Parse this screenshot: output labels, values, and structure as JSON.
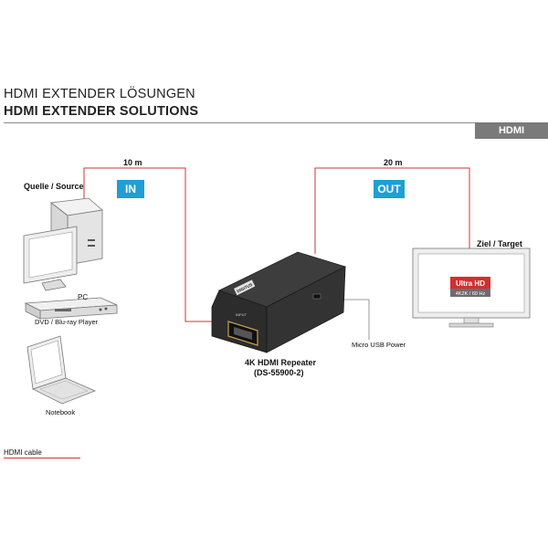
{
  "header": {
    "title_de": "HDMI EXTENDER LÖSUNGEN",
    "title_en": "HDMI EXTENDER SOLUTIONS",
    "tab_label": "HDMI"
  },
  "diagram": {
    "source_label": "Quelle / Source",
    "target_label": "Ziel / Target",
    "in_badge": "IN",
    "out_badge": "OUT",
    "dist_in": "10 m",
    "dist_out": "20 m",
    "pc_label": "PC",
    "dvd_label": "DVD / Blu-ray Player",
    "notebook_label": "Notebook",
    "device_name": "4K HDMI Repeater",
    "device_model": "(DS-55900-2)",
    "power_label": "Micro USB Power",
    "uhd_title": "Ultra HD",
    "uhd_sub": "4K2K / 60 Hz",
    "device_brand": "DIGITUS",
    "port_label": "INPUT"
  },
  "legend": {
    "cable_label": "HDMI cable",
    "cable_color": "#d33333"
  },
  "colors": {
    "accent_blue": "#1e9fd6",
    "cable_red": "#d33333",
    "tab_gray": "#7a7a7a"
  }
}
